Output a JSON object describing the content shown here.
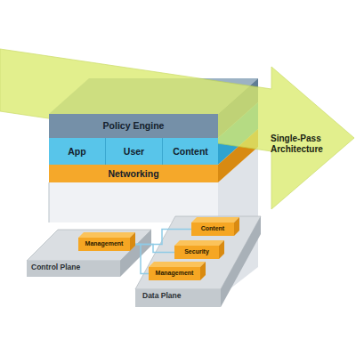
{
  "diagram": {
    "nodes": [
      {
        "text": [
          "Policy Engine"
        ]
      },
      {
        "text": [
          "App"
        ]
      },
      {
        "text": [
          "User"
        ]
      },
      {
        "text": [
          "Content"
        ]
      },
      {
        "text": [
          "Networking"
        ]
      },
      {
        "text": [
          "Single-Pass Architecture"
        ]
      },
      {
        "text": [
          "Control Plane"
        ]
      },
      {
        "text": [
          "Management"
        ],
        "in": 6
      },
      {
        "text": [
          "Data Plane"
        ]
      },
      {
        "text": [
          "Content"
        ],
        "in": 8
      },
      {
        "text": [
          "Security"
        ],
        "in": 8
      },
      {
        "text": [
          "Management"
        ],
        "in": 8
      }
    ],
    "edges": [
      {
        "from": 7,
        "to": 9,
        "arrow": "none"
      },
      {
        "from": 7,
        "to": 10,
        "arrow": "none"
      },
      {
        "from": 7,
        "to": 11,
        "arrow": "none"
      }
    ]
  }
}
